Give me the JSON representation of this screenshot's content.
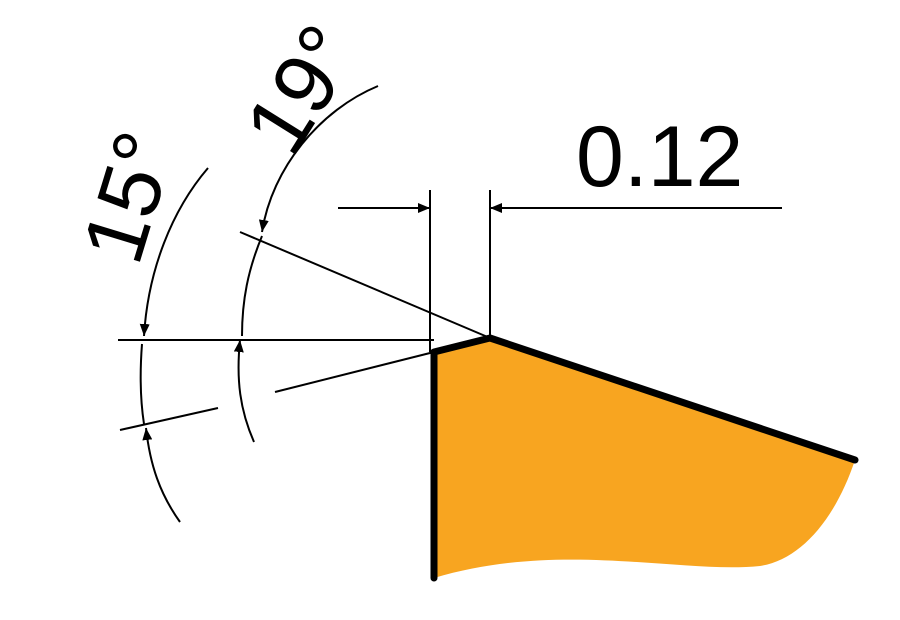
{
  "labels": {
    "width_dimension": "0.12",
    "angle_large": "19°",
    "angle_small": "15°"
  },
  "colors": {
    "insert_fill": "#F8A520",
    "line": "#000000"
  }
}
